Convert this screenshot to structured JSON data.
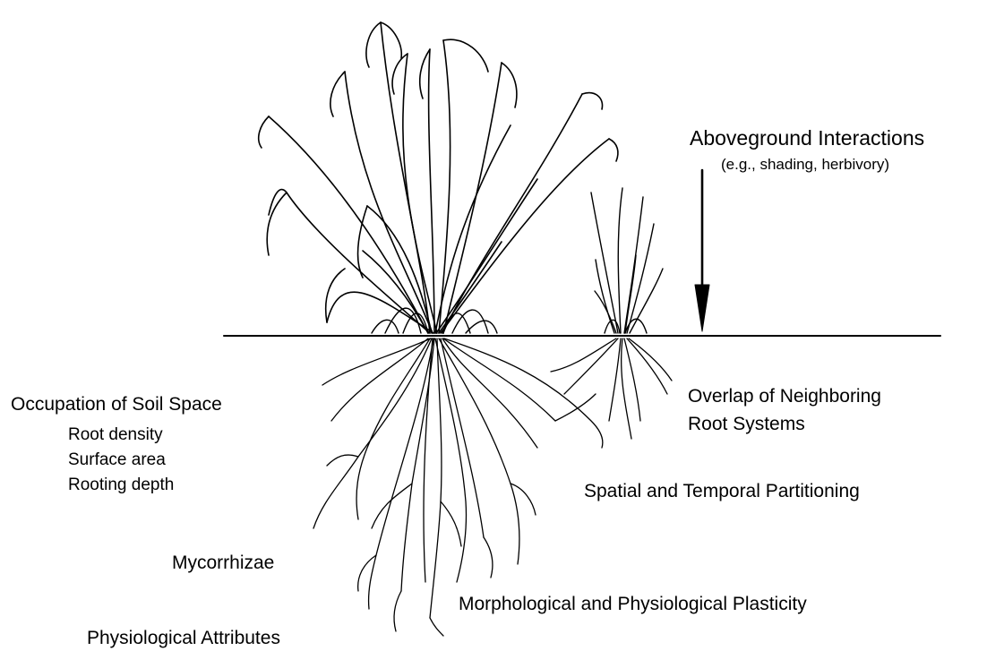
{
  "labels": {
    "aboveground": "Aboveground Interactions",
    "aboveground_examples": "(e.g., shading, herbivory)",
    "occupation": "Occupation of Soil Space",
    "occupation_items": [
      "Root density",
      "Surface area",
      "Rooting depth"
    ],
    "overlap_line1": "Overlap of Neighboring",
    "overlap_line2": "Root Systems",
    "partitioning": "Spatial and Temporal Partitioning",
    "mycorrhizae": "Mycorrhizae",
    "plasticity": "Morphological and Physiological Plasticity",
    "physiological": "Physiological Attributes"
  },
  "colors": {
    "ink": "#000000",
    "background": "#ffffff"
  }
}
